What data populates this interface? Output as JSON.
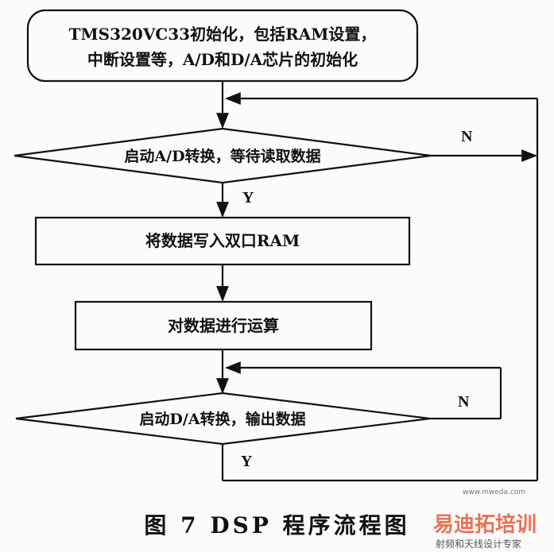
{
  "nodes": {
    "init_line1": "TMS320VC33初始化，包括RAM设置，",
    "init_line2": "中断设置等，A/D和D/A芯片的初始化",
    "ad_decision": "启动A/D转换，等待读取数据",
    "write_ram": "将数据写入双口RAM",
    "compute": "对数据进行运算",
    "da_decision": "启动D/A转换，输出数据"
  },
  "edges": {
    "ad_yes": "Y",
    "ad_no": "N",
    "da_no": "N",
    "da_yes": "Y"
  },
  "caption": "图 7   DSP 程序流程图",
  "watermark": {
    "logo": "易迪拓培训",
    "site": "www.mweda.com",
    "tagline": "射频和天线设计专家"
  }
}
